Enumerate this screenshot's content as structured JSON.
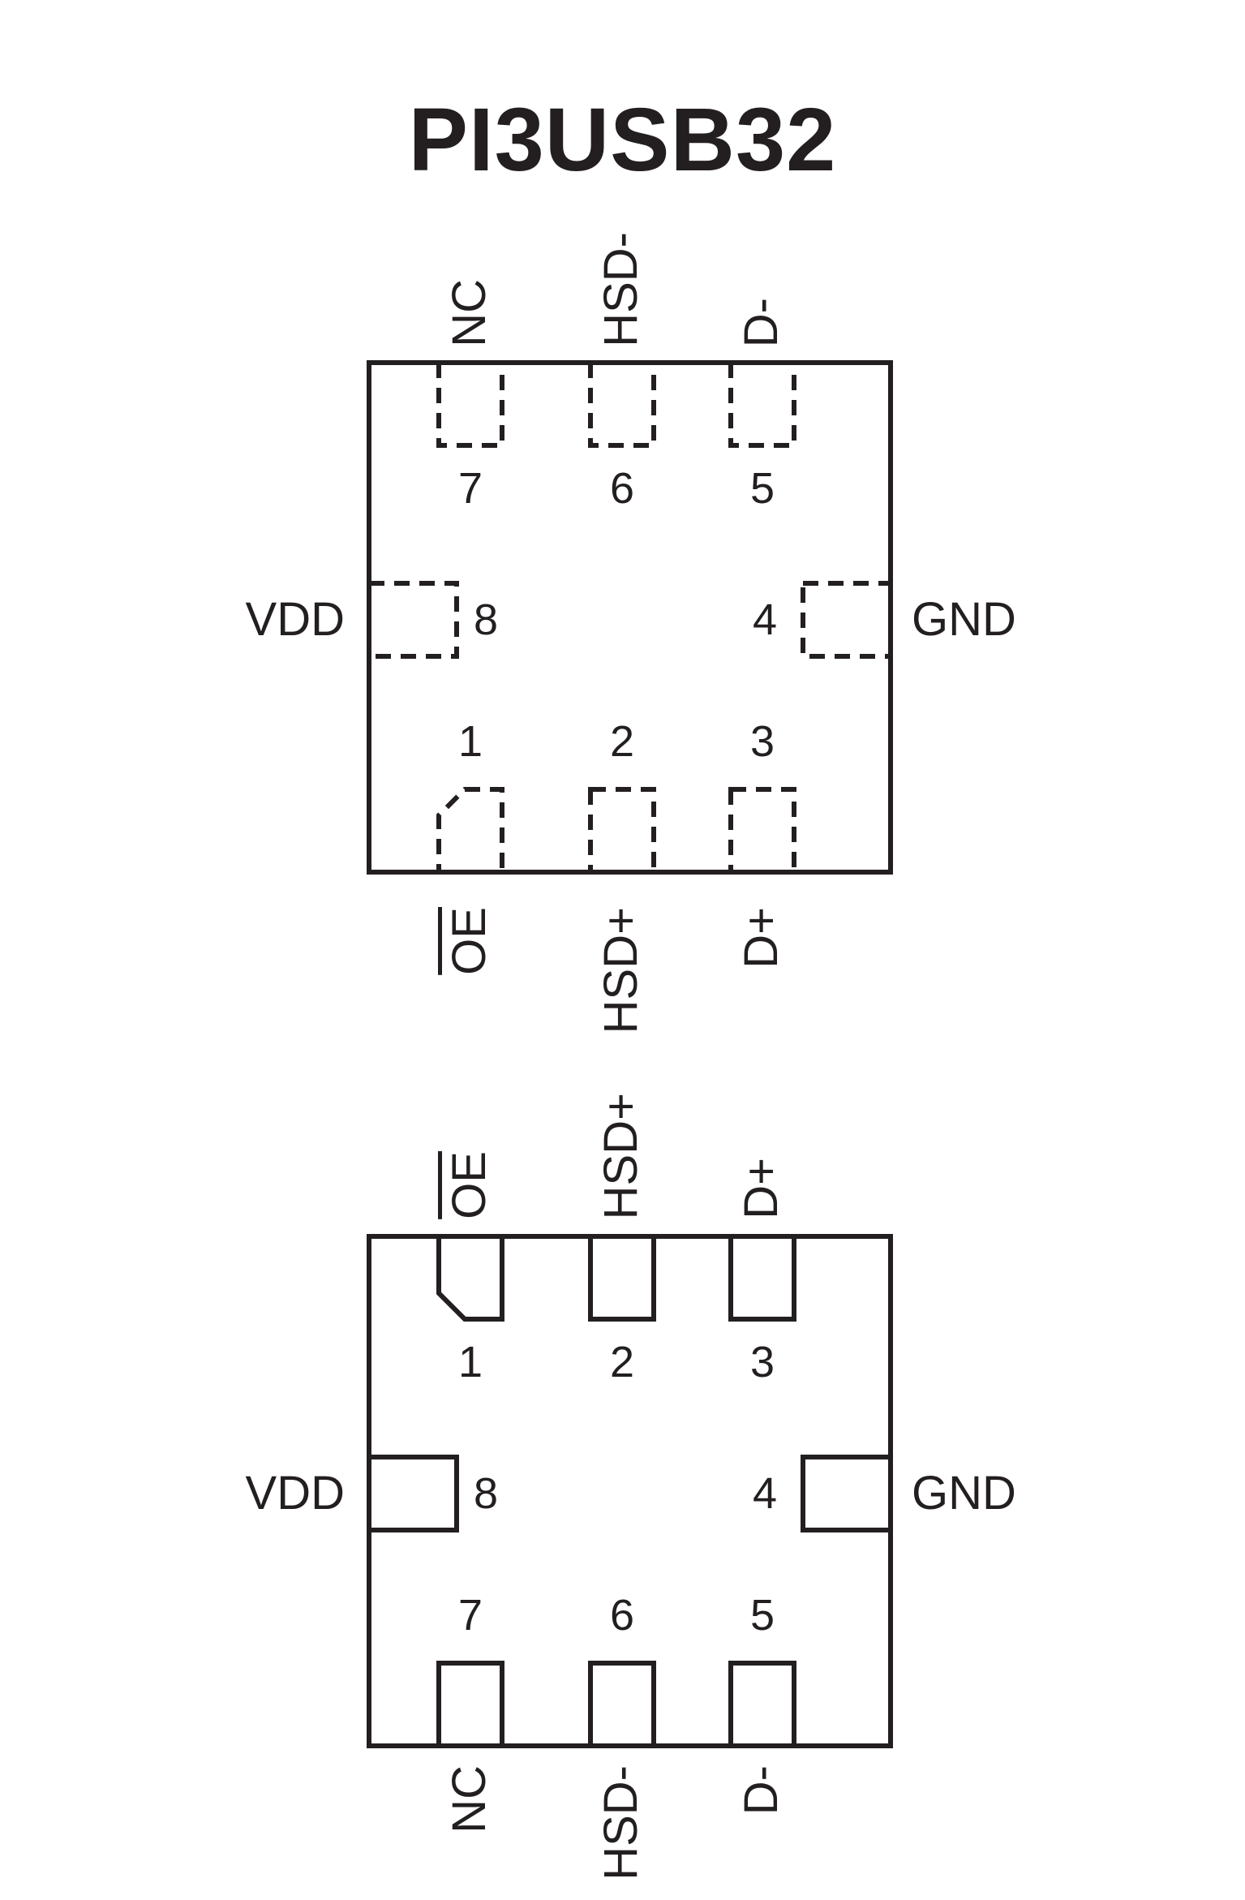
{
  "title": "PI3USB32",
  "ink_color": "#231f20",
  "top_diagram": {
    "pad_style": "dashed",
    "top_row": [
      {
        "number": "7",
        "label": "NC"
      },
      {
        "number": "6",
        "label": "HSD-"
      },
      {
        "number": "5",
        "label": "D-"
      }
    ],
    "left": {
      "number": "8",
      "label": "VDD"
    },
    "right": {
      "number": "4",
      "label": "GND"
    },
    "bottom_row": [
      {
        "number": "1",
        "label": "OE",
        "overline": true
      },
      {
        "number": "2",
        "label": "HSD+"
      },
      {
        "number": "3",
        "label": "D+"
      }
    ]
  },
  "bottom_diagram": {
    "pad_style": "solid",
    "top_row": [
      {
        "number": "1",
        "label": "OE",
        "overline": true
      },
      {
        "number": "2",
        "label": "HSD+"
      },
      {
        "number": "3",
        "label": "D+"
      }
    ],
    "left": {
      "number": "8",
      "label": "VDD"
    },
    "right": {
      "number": "4",
      "label": "GND"
    },
    "bottom_row": [
      {
        "number": "7",
        "label": "NC"
      },
      {
        "number": "6",
        "label": "HSD-"
      },
      {
        "number": "5",
        "label": "D-"
      }
    ]
  }
}
